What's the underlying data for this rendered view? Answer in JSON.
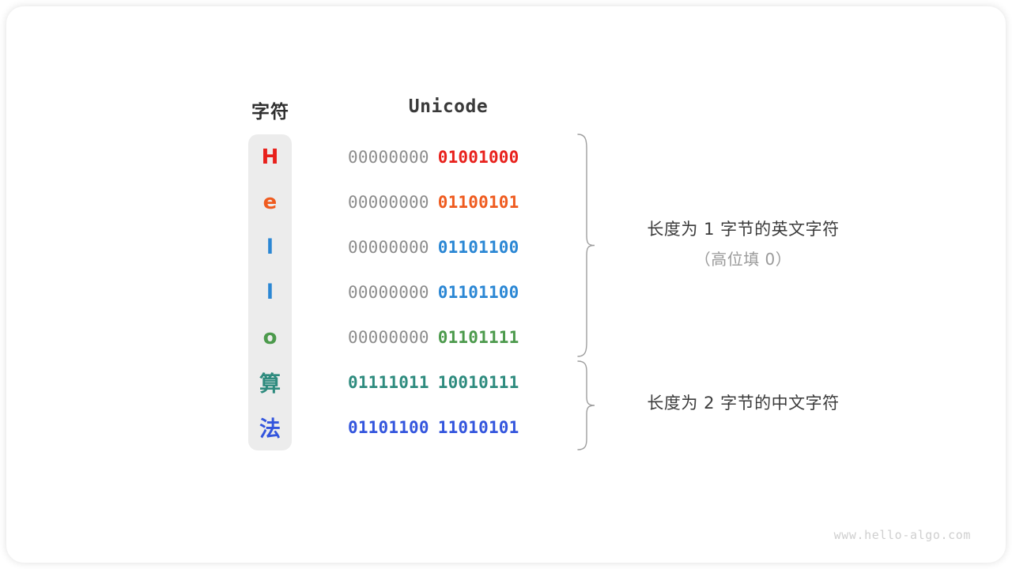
{
  "figure": {
    "headers": {
      "char": "字符",
      "unicode": "Unicode"
    },
    "rows": [
      {
        "char": "H",
        "color": "#e8211c",
        "high_byte": "00000000",
        "low_byte": "01001000",
        "high_dim": true,
        "cjk": false
      },
      {
        "char": "e",
        "color": "#ef5b1f",
        "high_byte": "00000000",
        "low_byte": "01100101",
        "high_dim": true,
        "cjk": false
      },
      {
        "char": "l",
        "color": "#2b87d4",
        "high_byte": "00000000",
        "low_byte": "01101100",
        "high_dim": true,
        "cjk": false
      },
      {
        "char": "l",
        "color": "#2b87d4",
        "high_byte": "00000000",
        "low_byte": "01101100",
        "high_dim": true,
        "cjk": false
      },
      {
        "char": "o",
        "color": "#4c9a4c",
        "high_byte": "00000000",
        "low_byte": "01101111",
        "high_dim": true,
        "cjk": false
      },
      {
        "char": "算",
        "color": "#2e8b7e",
        "high_byte": "01111011",
        "low_byte": "10010111",
        "high_dim": false,
        "cjk": true
      },
      {
        "char": "法",
        "color": "#3355dd",
        "high_byte": "01101100",
        "low_byte": "11010101",
        "high_dim": false,
        "cjk": true
      }
    ],
    "annotations": {
      "ascii": {
        "main": "长度为 1 字节的英文字符",
        "sub": "（高位填 0）"
      },
      "cjk": {
        "main": "长度为 2 字节的中文字符",
        "sub": ""
      }
    },
    "watermark": "www.hello-algo.com",
    "colors": {
      "cell_background": "#ececec",
      "dim_byte": "#8c8c8c",
      "brace": "#9e9e9e",
      "annotation": "#3b3b3b",
      "annotation_sub": "#9a9a9a"
    }
  }
}
